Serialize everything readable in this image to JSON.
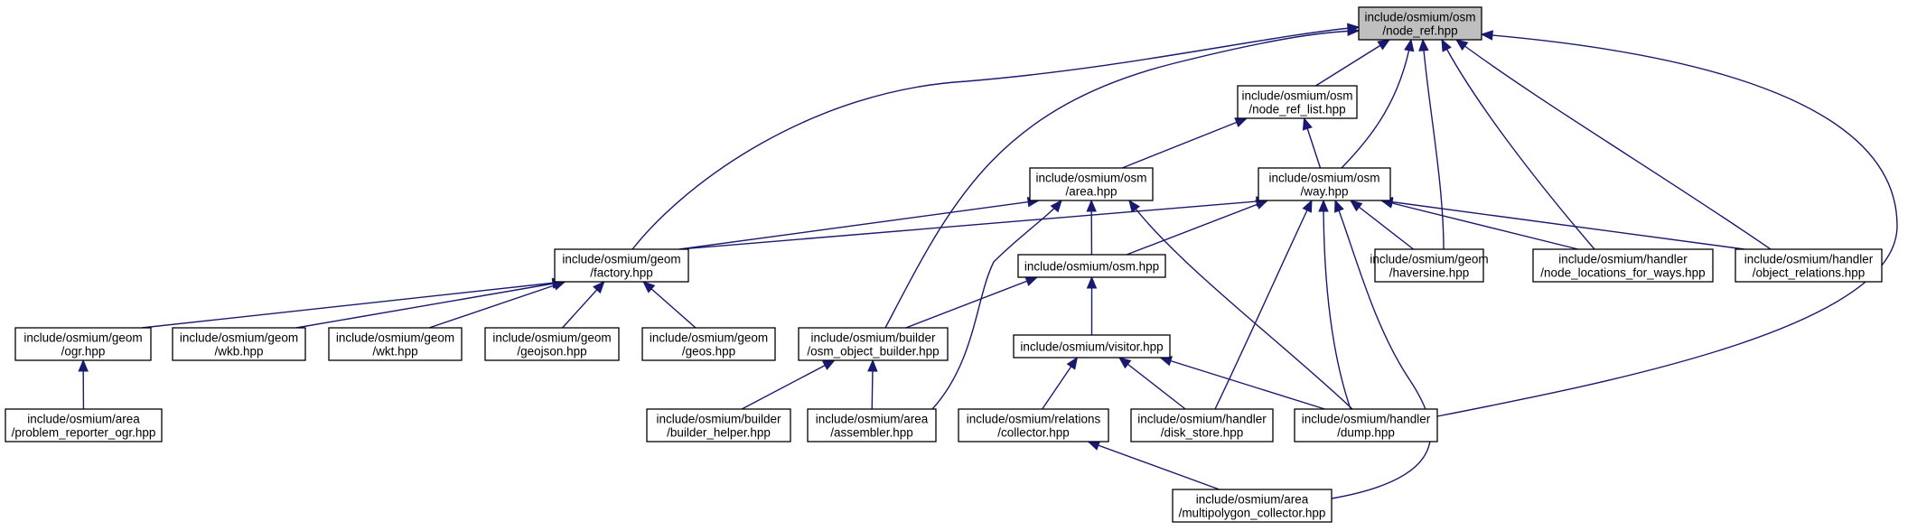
{
  "diagram": {
    "type": "include-dependency-graph",
    "colors": {
      "edge": "#191970",
      "node_border": "#000000",
      "node_fill": "#ffffff",
      "root_fill": "#bfbfbf"
    },
    "nodes": [
      {
        "id": "node_ref",
        "label": [
          "include/osmium/osm",
          "/node_ref.hpp"
        ],
        "root": true
      },
      {
        "id": "node_ref_list",
        "label": [
          "include/osmium/osm",
          "/node_ref_list.hpp"
        ]
      },
      {
        "id": "area",
        "label": [
          "include/osmium/osm",
          "/area.hpp"
        ]
      },
      {
        "id": "way",
        "label": [
          "include/osmium/osm",
          "/way.hpp"
        ]
      },
      {
        "id": "factory",
        "label": [
          "include/osmium/geom",
          "/factory.hpp"
        ]
      },
      {
        "id": "osm",
        "label": [
          "include/osmium/osm.hpp"
        ]
      },
      {
        "id": "haversine",
        "label": [
          "include/osmium/geom",
          "/haversine.hpp"
        ]
      },
      {
        "id": "node_locations",
        "label": [
          "include/osmium/handler",
          "/node_locations_for_ways.hpp"
        ]
      },
      {
        "id": "object_relations",
        "label": [
          "include/osmium/handler",
          "/object_relations.hpp"
        ]
      },
      {
        "id": "ogr",
        "label": [
          "include/osmium/geom",
          "/ogr.hpp"
        ]
      },
      {
        "id": "wkb",
        "label": [
          "include/osmium/geom",
          "/wkb.hpp"
        ]
      },
      {
        "id": "wkt",
        "label": [
          "include/osmium/geom",
          "/wkt.hpp"
        ]
      },
      {
        "id": "geojson",
        "label": [
          "include/osmium/geom",
          "/geojson.hpp"
        ]
      },
      {
        "id": "geos",
        "label": [
          "include/osmium/geom",
          "/geos.hpp"
        ]
      },
      {
        "id": "osm_object_builder",
        "label": [
          "include/osmium/builder",
          "/osm_object_builder.hpp"
        ]
      },
      {
        "id": "visitor",
        "label": [
          "include/osmium/visitor.hpp"
        ]
      },
      {
        "id": "problem_reporter_ogr",
        "label": [
          "include/osmium/area",
          "/problem_reporter_ogr.hpp"
        ]
      },
      {
        "id": "builder_helper",
        "label": [
          "include/osmium/builder",
          "/builder_helper.hpp"
        ]
      },
      {
        "id": "assembler",
        "label": [
          "include/osmium/area",
          "/assembler.hpp"
        ]
      },
      {
        "id": "collector",
        "label": [
          "include/osmium/relations",
          "/collector.hpp"
        ]
      },
      {
        "id": "disk_store",
        "label": [
          "include/osmium/handler",
          "/disk_store.hpp"
        ]
      },
      {
        "id": "dump",
        "label": [
          "include/osmium/handler",
          "/dump.hpp"
        ]
      },
      {
        "id": "multipolygon_collector",
        "label": [
          "include/osmium/area",
          "/multipolygon_collector.hpp"
        ]
      }
    ],
    "edges": [
      {
        "from": "node_ref_list",
        "to": "node_ref"
      },
      {
        "from": "way",
        "to": "node_ref"
      },
      {
        "from": "factory",
        "to": "node_ref"
      },
      {
        "from": "osm_object_builder",
        "to": "node_ref"
      },
      {
        "from": "haversine",
        "to": "node_ref"
      },
      {
        "from": "node_locations",
        "to": "node_ref"
      },
      {
        "from": "object_relations",
        "to": "node_ref"
      },
      {
        "from": "dump",
        "to": "node_ref"
      },
      {
        "from": "area",
        "to": "node_ref_list"
      },
      {
        "from": "way",
        "to": "node_ref_list"
      },
      {
        "from": "factory",
        "to": "area"
      },
      {
        "from": "osm",
        "to": "area"
      },
      {
        "from": "assembler",
        "to": "area"
      },
      {
        "from": "dump",
        "to": "area"
      },
      {
        "from": "factory",
        "to": "way"
      },
      {
        "from": "osm",
        "to": "way"
      },
      {
        "from": "haversine",
        "to": "way"
      },
      {
        "from": "node_locations",
        "to": "way"
      },
      {
        "from": "object_relations",
        "to": "way"
      },
      {
        "from": "disk_store",
        "to": "way"
      },
      {
        "from": "dump",
        "to": "way"
      },
      {
        "from": "multipolygon_collector",
        "to": "way"
      },
      {
        "from": "ogr",
        "to": "factory"
      },
      {
        "from": "wkb",
        "to": "factory"
      },
      {
        "from": "wkt",
        "to": "factory"
      },
      {
        "from": "geojson",
        "to": "factory"
      },
      {
        "from": "geos",
        "to": "factory"
      },
      {
        "from": "osm_object_builder",
        "to": "osm"
      },
      {
        "from": "visitor",
        "to": "osm"
      },
      {
        "from": "problem_reporter_ogr",
        "to": "ogr"
      },
      {
        "from": "builder_helper",
        "to": "osm_object_builder"
      },
      {
        "from": "assembler",
        "to": "osm_object_builder"
      },
      {
        "from": "collector",
        "to": "visitor"
      },
      {
        "from": "disk_store",
        "to": "visitor"
      },
      {
        "from": "dump",
        "to": "visitor"
      },
      {
        "from": "multipolygon_collector",
        "to": "collector"
      }
    ]
  }
}
